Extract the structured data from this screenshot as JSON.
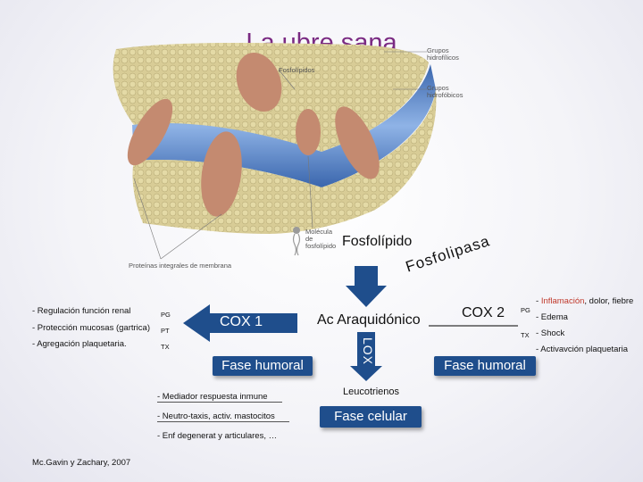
{
  "title": "La ubre sana",
  "membrane": {
    "label_fosfolipidos": "Fosfolípidos",
    "label_grupos_hidrofilicos": "Grupos hidrofílicos",
    "label_grupos_hidrofobicos": "Grupos hidrofóbicos",
    "label_molecula": "Molécula de fosfolípido",
    "label_proteinas": "Proteínas integrales de membrana"
  },
  "fosfolipido": "Fosfolípido",
  "fosfolipasa": "Fosfolipasa",
  "ac_araquidonico": "Ac Araquidónico",
  "cox1": "COX 1",
  "cox2": "COX 2",
  "lox": "LOX",
  "left_effects": [
    "- Regulación función renal",
    "- Protección mucosas (gartrica)",
    "- Agregación plaquetaria."
  ],
  "left_codes": [
    "PG",
    "PT",
    "TX"
  ],
  "fase_humoral_left": "Fase humoral",
  "fase_humoral_right": "Fase humoral",
  "fase_celular": "Fase celular",
  "leucotrienos": "Leucotrienos",
  "lox_effects": [
    "- Mediador respuesta inmune",
    "- Neutro-taxis, activ. mastocitos",
    "- Enf degenerat y articulares, …"
  ],
  "right_codes": [
    "PG",
    "TX"
  ],
  "right_effects": {
    "inflamacion_prefix": "- ",
    "inflamacion_word": "Inflamación",
    "inflamacion_rest": ", dolor, fiebre",
    "edema": "- Edema",
    "shock": "- Shock",
    "activacion": "- Activavción plaquetaria"
  },
  "citation": "Mc.Gavin y Zachary, 2007",
  "colors": {
    "title": "#7a2a82",
    "box_blue": "#1f4e8c",
    "arrow_blue": "#1f4e8c",
    "head_tan": "#d8cc96",
    "tail_blue": "#5d88c6",
    "protein": "#c48a70",
    "inflamacion": "#c0392b"
  }
}
